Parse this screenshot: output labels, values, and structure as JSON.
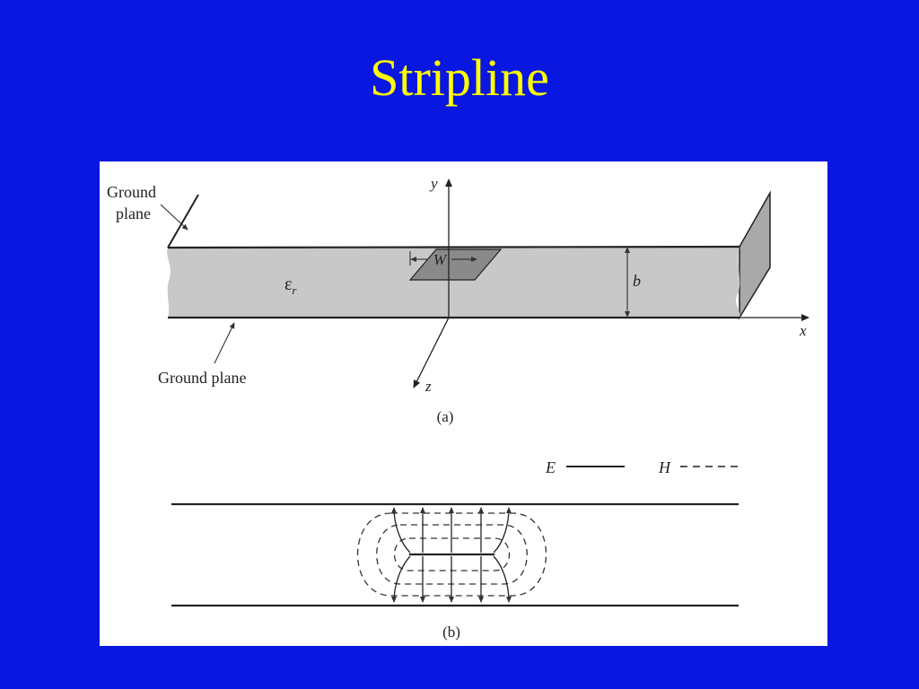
{
  "slide": {
    "title": "Stripline"
  },
  "figure": {
    "part_a": {
      "ground_plane_top_label": "Ground plane",
      "ground_plane_bottom_label": "Ground plane",
      "axis_y": "y",
      "axis_x": "x",
      "axis_z": "z",
      "width_label": "W",
      "height_label": "b",
      "permittivity_label": "ε",
      "permittivity_subscript": "r",
      "caption": "(a)"
    },
    "part_b": {
      "legend_e": "E",
      "legend_h": "H",
      "caption": "(b)"
    }
  },
  "colors": {
    "background": "#0a17e0",
    "title": "#ffff00",
    "dielectric_fill": "#c8c8c8",
    "strip_fill": "#8a8a8a",
    "ink": "#222222"
  }
}
